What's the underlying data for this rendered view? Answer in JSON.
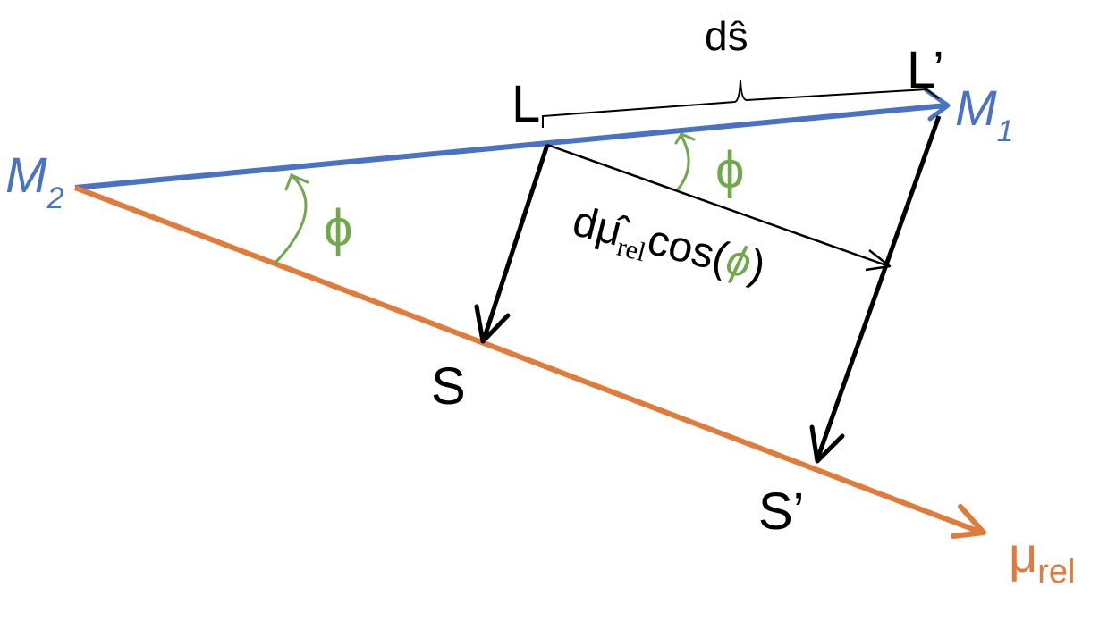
{
  "colors": {
    "blue": "#4a72c4",
    "orange": "#e07b39",
    "green": "#70a84c",
    "black": "#000000"
  },
  "labels": {
    "m1": "M",
    "m1_sub": "1",
    "m2": "M",
    "m2_sub": "2",
    "mu_rel": "μ",
    "mu_rel_sub": "rel",
    "L": "L",
    "L_prime": "L’",
    "S": "S",
    "S_prime": "S’",
    "ds": "dŝ",
    "phi_left": "ϕ",
    "phi_right": "ϕ",
    "proj_prefix": "dμ̂",
    "proj_sub": "rel",
    "proj_cos": "cos(",
    "proj_phi": "ϕ",
    "proj_close": ")"
  }
}
